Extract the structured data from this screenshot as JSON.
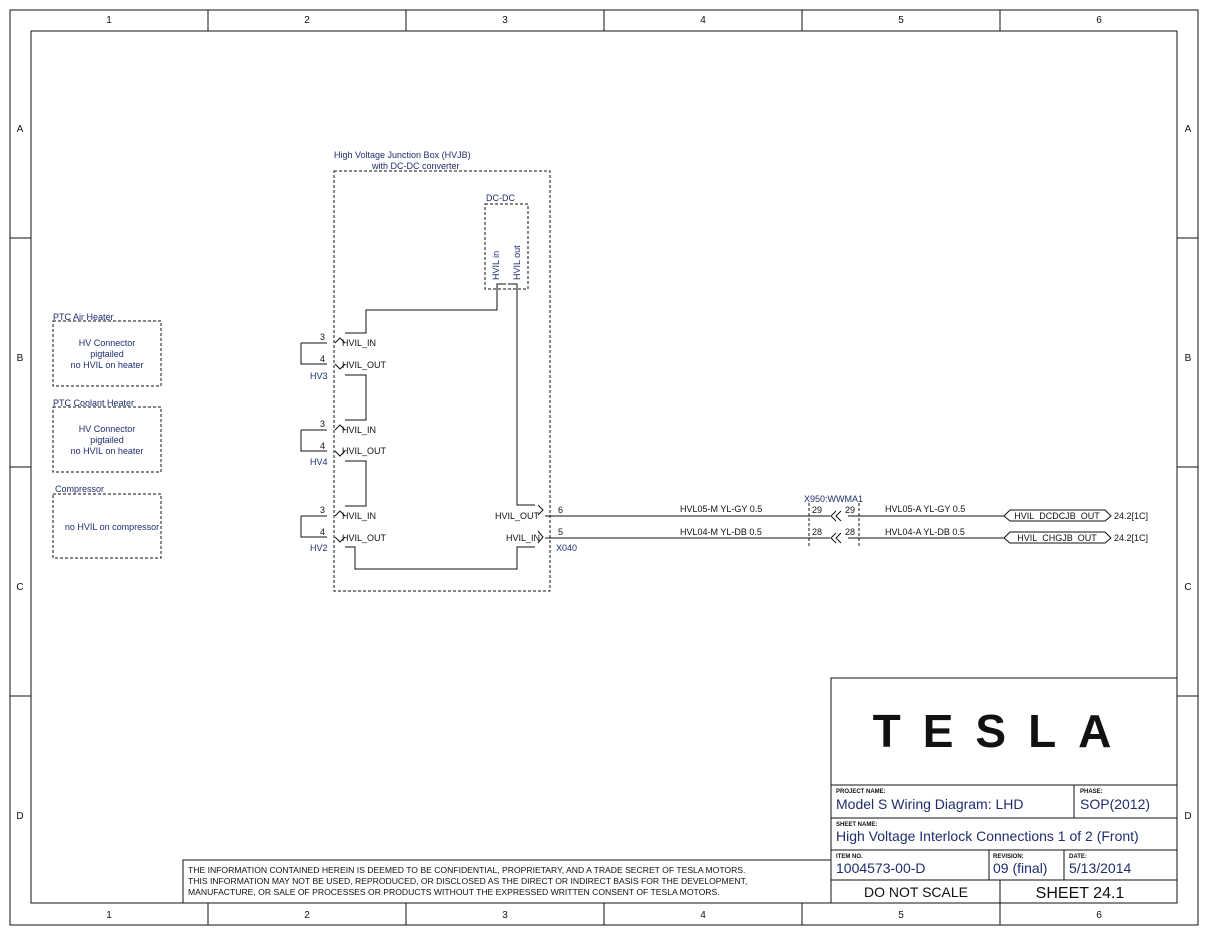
{
  "frame": {
    "columns": [
      "1",
      "2",
      "3",
      "4",
      "5",
      "6"
    ],
    "rows": [
      "A",
      "B",
      "C",
      "D"
    ]
  },
  "components": {
    "ptc_air": {
      "title": "PTC Air Heater",
      "lines": [
        "HV Connector",
        "pigtailed",
        "no HVIL on heater"
      ]
    },
    "ptc_coolant": {
      "title": "PTC Coolant Heater",
      "lines": [
        "HV Connector",
        "pigtailed",
        "no HVIL on heater"
      ]
    },
    "compressor": {
      "title": "Compressor",
      "lines": [
        "no HVIL on compressor"
      ]
    },
    "hvjb": {
      "title": "High Voltage Junction Box (HVJB)",
      "subtitle": "with DC-DC converter"
    },
    "dcdc": {
      "title": "DC-DC",
      "pin_in": "HVIL in",
      "pin_out": "HVIL out"
    }
  },
  "connectors": [
    {
      "id": "HV3",
      "pin_in": "3",
      "pin_out": "4",
      "label_in": "HVIL_IN",
      "label_out": "HVIL_OUT"
    },
    {
      "id": "HV4",
      "pin_in": "3",
      "pin_out": "4",
      "label_in": "HVIL_IN",
      "label_out": "HVIL_OUT"
    },
    {
      "id": "HV2",
      "pin_in": "3",
      "pin_out": "4",
      "label_in": "HVIL_IN",
      "label_out": "HVIL_OUT"
    }
  ],
  "x040": {
    "id": "X040",
    "out_label": "HVIL_OUT",
    "out_pin": "6",
    "in_label": "HVIL_IN",
    "in_pin": "5"
  },
  "inline": {
    "id": "X950:WWMA1",
    "pins": [
      "29",
      "29",
      "28",
      "28"
    ]
  },
  "wires": {
    "w1_left": "HVL05-M YL-GY 0.5",
    "w2_left": "HVL04-M YL-DB 0.5",
    "w1_right": "HVL05-A YL-GY 0.5",
    "w2_right": "HVL04-A YL-DB 0.5"
  },
  "offpage": [
    {
      "name": "HVIL_DCDCJB_OUT",
      "ref": "24.2[1C]"
    },
    {
      "name": "HVIL_CHGJB_OUT",
      "ref": "24.2[1C]"
    }
  ],
  "disclaimer": [
    "THE INFORMATION CONTAINED HEREIN IS DEEMED TO BE CONFIDENTIAL, PROPRIETARY, AND A TRADE SECRET OF TESLA MOTORS.",
    "THIS INFORMATION MAY NOT BE USED, REPRODUCED, OR DISCLOSED AS THE DIRECT OR INDIRECT BASIS FOR THE DEVELOPMENT,",
    "MANUFACTURE, OR SALE OF PROCESSES OR PRODUCTS WITHOUT THE EXPRESSED WRITTEN CONSENT OF TESLA MOTORS."
  ],
  "title_block": {
    "logo": "TESLA",
    "project_name_label": "PROJECT NAME:",
    "project_name": "Model S Wiring Diagram: LHD",
    "phase_label": "PHASE:",
    "phase": "SOP(2012)",
    "sheet_name_label": "SHEET NAME:",
    "sheet_name": "High Voltage Interlock Connections 1 of 2 (Front)",
    "item_no_label": "ITEM NO.",
    "item_no": "1004573-00-D",
    "revision_label": "REVISION:",
    "revision": "09 (final)",
    "date_label": "DATE:",
    "date": "5/13/2014",
    "scale_note": "DO NOT SCALE",
    "sheet_no": "SHEET 24.1"
  },
  "colors": {
    "label": "#1f2d6e",
    "line": "#111111"
  }
}
